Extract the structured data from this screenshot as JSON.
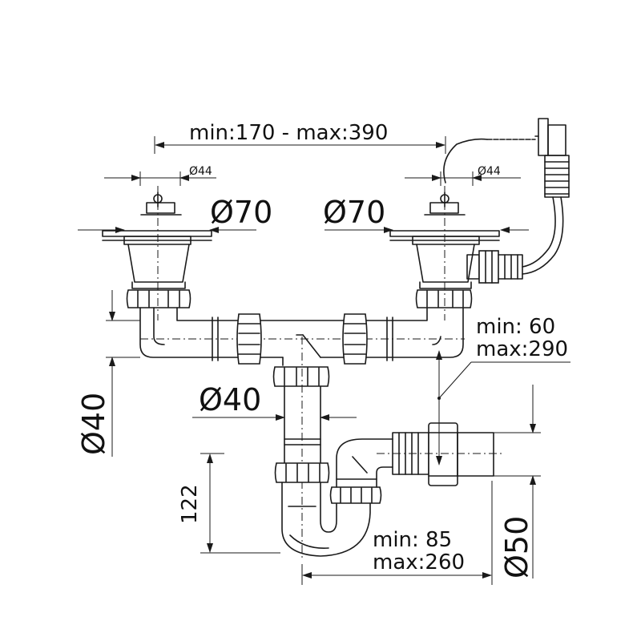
{
  "dimensions": {
    "span_overall": "min:170 - max:390",
    "inlet_small_left": "Ø44",
    "inlet_small_right": "Ø44",
    "bowl_left": "Ø70",
    "bowl_right": "Ø70",
    "branch_pipe": "Ø40",
    "outlet_pipe": "Ø40",
    "drop_label_min": "min:   60",
    "drop_label_max": "max:290",
    "trap_height": "122",
    "outlet_label_min": "min:   85",
    "outlet_label_max": "max:260",
    "connector": "Ø50"
  }
}
